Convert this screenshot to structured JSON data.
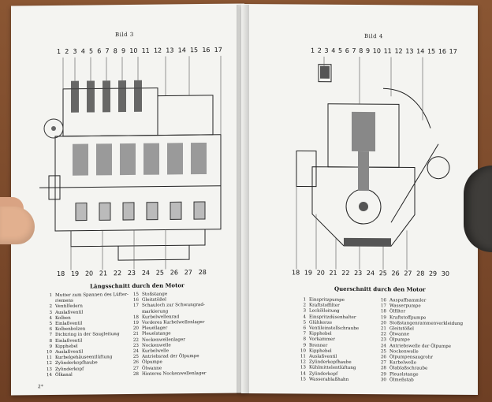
{
  "left_page": {
    "figure_title": "Bild 3",
    "top_numbers": [
      "1",
      "2",
      "3",
      "4",
      "5",
      "6",
      "7",
      "8",
      "9",
      "10",
      "11",
      "12",
      "13",
      "14",
      "15",
      "16",
      "17"
    ],
    "bottom_numbers": [
      "18",
      "19",
      "20",
      "21",
      "22",
      "23",
      "24",
      "25",
      "26",
      "27",
      "28"
    ],
    "caption": "Längsschnitt durch den Motor",
    "legend_col1": [
      {
        "n": "1",
        "t": "Mutter zum Spannen des Lüfter-"
      },
      {
        "n": "",
        "t": "riemens"
      },
      {
        "n": "2",
        "t": "Ventilfedern"
      },
      {
        "n": "3",
        "t": "Auslaßventil"
      },
      {
        "n": "4",
        "t": "Kolben"
      },
      {
        "n": "5",
        "t": "Einlaßventil"
      },
      {
        "n": "6",
        "t": "Kolbenbolzen"
      },
      {
        "n": "7",
        "t": "Dichtring in der Saugleitung"
      },
      {
        "n": "8",
        "t": "Einlaßventil"
      },
      {
        "n": "9",
        "t": "Kipphebel"
      },
      {
        "n": "10",
        "t": "Auslaßventil"
      },
      {
        "n": "11",
        "t": "Kurbelgehäuseentlüftung"
      },
      {
        "n": "12",
        "t": "Zylinderkopfhaube"
      },
      {
        "n": "13",
        "t": "Zylinderkopf"
      },
      {
        "n": "14",
        "t": "Ölkanal"
      }
    ],
    "legend_col2": [
      {
        "n": "15",
        "t": "Stoßstange"
      },
      {
        "n": "16",
        "t": "Gleitstößel"
      },
      {
        "n": "17",
        "t": "Schauloch zur Schwungrad-"
      },
      {
        "n": "",
        "t": "markierung"
      },
      {
        "n": "18",
        "t": "Kurbelwellenrad"
      },
      {
        "n": "19",
        "t": "Vorderes Kurbelwellenlager"
      },
      {
        "n": "20",
        "t": "Pleuellager"
      },
      {
        "n": "21",
        "t": "Pleuelstange"
      },
      {
        "n": "22",
        "t": "Nockenwellenlager"
      },
      {
        "n": "23",
        "t": "Nockenwelle"
      },
      {
        "n": "24",
        "t": "Kurbelwelle"
      },
      {
        "n": "25",
        "t": "Antriebsrad der Ölpumpe"
      },
      {
        "n": "26",
        "t": "Ölpumpe"
      },
      {
        "n": "27",
        "t": "Ölwanne"
      },
      {
        "n": "28",
        "t": "Hinteres Nockenwellenlager"
      }
    ],
    "page_number": "2*"
  },
  "right_page": {
    "figure_title": "Bild 4",
    "top_numbers": [
      "1",
      "2",
      "3",
      "4",
      "5",
      "6",
      "7",
      "8",
      "9",
      "10",
      "11",
      "12",
      "13",
      "14",
      "15",
      "16",
      "17"
    ],
    "bottom_numbers": [
      "18",
      "19",
      "20",
      "21",
      "22",
      "23",
      "24",
      "25",
      "26",
      "27",
      "28",
      "29",
      "30"
    ],
    "caption": "Querschnitt durch den Motor",
    "legend_col1": [
      {
        "n": "1",
        "t": "Einspritzpumpe"
      },
      {
        "n": "2",
        "t": "Kraftstoffilter"
      },
      {
        "n": "3",
        "t": "Leckölleitung"
      },
      {
        "n": "4",
        "t": "Einspritzdüsenhalter"
      },
      {
        "n": "5",
        "t": "Glühkerze"
      },
      {
        "n": "6",
        "t": "Ventileinstellschraube"
      },
      {
        "n": "7",
        "t": "Kipphebel"
      },
      {
        "n": "8",
        "t": "Vorkammer"
      },
      {
        "n": "9",
        "t": "Brenner"
      },
      {
        "n": "10",
        "t": "Kipphebel"
      },
      {
        "n": "11",
        "t": "Auslaßventil"
      },
      {
        "n": "12",
        "t": "Zylinderkopfhaube"
      },
      {
        "n": "13",
        "t": "Kühlmittelentlüftung"
      },
      {
        "n": "14",
        "t": "Zylinderkopf"
      },
      {
        "n": "15",
        "t": "Wasserablaßhahn"
      }
    ],
    "legend_col2": [
      {
        "n": "16",
        "t": "Auspuffsammler"
      },
      {
        "n": "17",
        "t": "Wasserpumpe"
      },
      {
        "n": "18",
        "t": "Ölfilter"
      },
      {
        "n": "19",
        "t": "Kraftstoffpumpe"
      },
      {
        "n": "20",
        "t": "Stoßstangenrammenverkleidung"
      },
      {
        "n": "21",
        "t": "Gleitstößel"
      },
      {
        "n": "22",
        "t": "Ölwanne"
      },
      {
        "n": "23",
        "t": "Ölpumpe"
      },
      {
        "n": "24",
        "t": "Antriebswelle der Ölpumpe"
      },
      {
        "n": "25",
        "t": "Nockenwelle"
      },
      {
        "n": "26",
        "t": "Ölpumpensaugrohr"
      },
      {
        "n": "27",
        "t": "Kurbelwelle"
      },
      {
        "n": "28",
        "t": "Ölablaßschraube"
      },
      {
        "n": "29",
        "t": "Pleuelstange"
      },
      {
        "n": "30",
        "t": "Ölmeßstab"
      }
    ]
  }
}
